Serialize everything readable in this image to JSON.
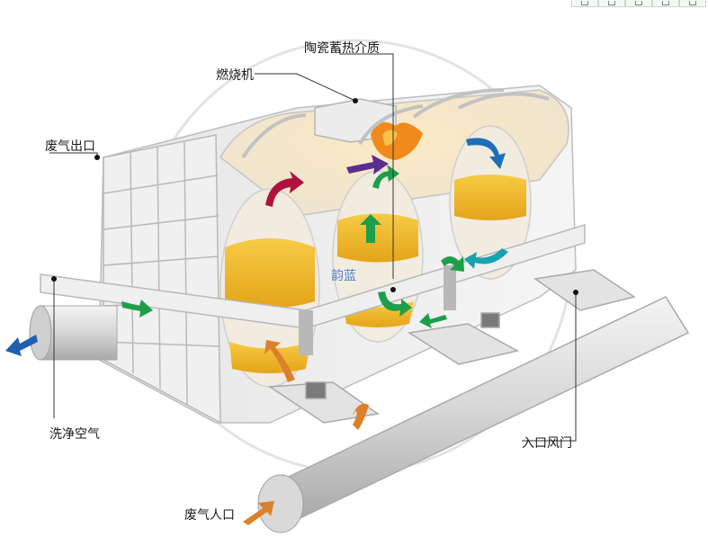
{
  "labels": {
    "ceramic_media": "陶瓷蓄热介质",
    "burner": "燃烧机",
    "exhaust_outlet": "废气出口",
    "clean_air": "洗净空气",
    "inlet_damper": "入口风门",
    "exhaust_inlet": "废气人口"
  },
  "watermark": "韵蓝",
  "toolbar": {
    "icons": [
      "home-icon",
      "refresh-icon",
      "share-icon",
      "window-icon",
      "settings-icon"
    ]
  },
  "colors": {
    "green_arrow": "#1e9e4a",
    "purple_arrow": "#5b2d8e",
    "crimson_arrow": "#b0123d",
    "blue_arrow": "#1e6fb8",
    "teal_arrow": "#17a3b0",
    "orange_arrow": "#d9822b",
    "exhaust_arrow": "#1f5fae",
    "media_yellow": "#f0b823",
    "flame": "#f08a1c"
  }
}
